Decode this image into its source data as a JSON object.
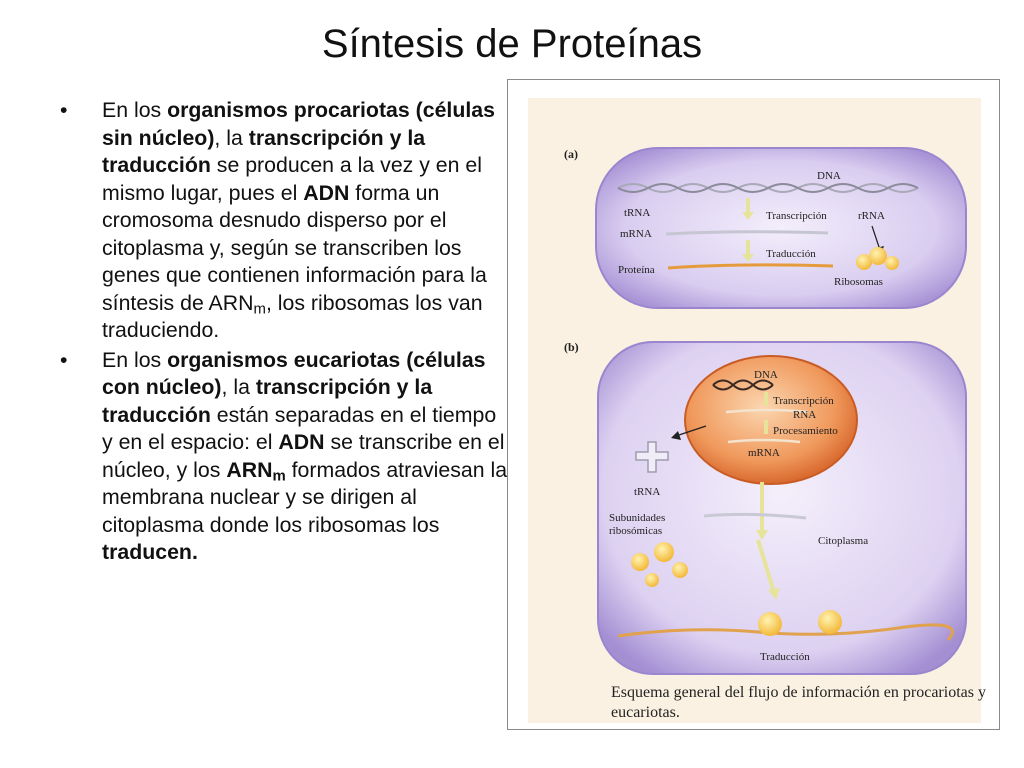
{
  "title": "Síntesis de Proteínas",
  "bullets": [
    {
      "t1": "En los ",
      "b1": "organismos procariotas (células sin núcleo)",
      "t2": ", la ",
      "b2": "transcripción y la traducción",
      "t3": " se producen a la vez y en el mismo lugar, pues el ",
      "b3": "ADN",
      "t4": " forma un cromosoma desnudo disperso por el citoplasma y, según se transcriben los genes que contienen información para la síntesis de ARN",
      "sub1": "m",
      "t5": ", los ribosomas los van traduciendo."
    },
    {
      "t1": "En los ",
      "b1": "organismos eucariotas (células con núcleo)",
      "t2": ", la ",
      "b2": "transcripción y la traducción",
      "t3": " están separadas en el tiempo y en el espacio: el ",
      "b3": "ADN",
      "t4": " se transcribe en el núcleo, y los ",
      "b4": "ARN",
      "sub1": "m",
      "t5": " formados atraviesan la membrana nuclear y se dirigen al citoplasma donde los ribosomas los ",
      "b5": "traducen."
    }
  ],
  "figure": {
    "panel_a": {
      "label": "(a)",
      "dna": "DNA",
      "trna": "tRNA",
      "transcription": "Transcripción",
      "rrna": "rRNA",
      "mrna": "mRNA",
      "translation": "Traducción",
      "protein": "Proteína",
      "ribosomes": "Ribosomas"
    },
    "panel_b": {
      "label": "(b)",
      "dna": "DNA",
      "transcription": "Transcripción",
      "rna": "RNA",
      "processing": "Procesamiento",
      "mrna": "mRNA",
      "trna": "tRNA",
      "subunits_1": "Subunidades",
      "subunits_2": "ribosómicas",
      "cytoplasm": "Citoplasma",
      "translation": "Traducción"
    },
    "caption": "Esquema general del flujo de información en procariotas y eucariotas."
  }
}
